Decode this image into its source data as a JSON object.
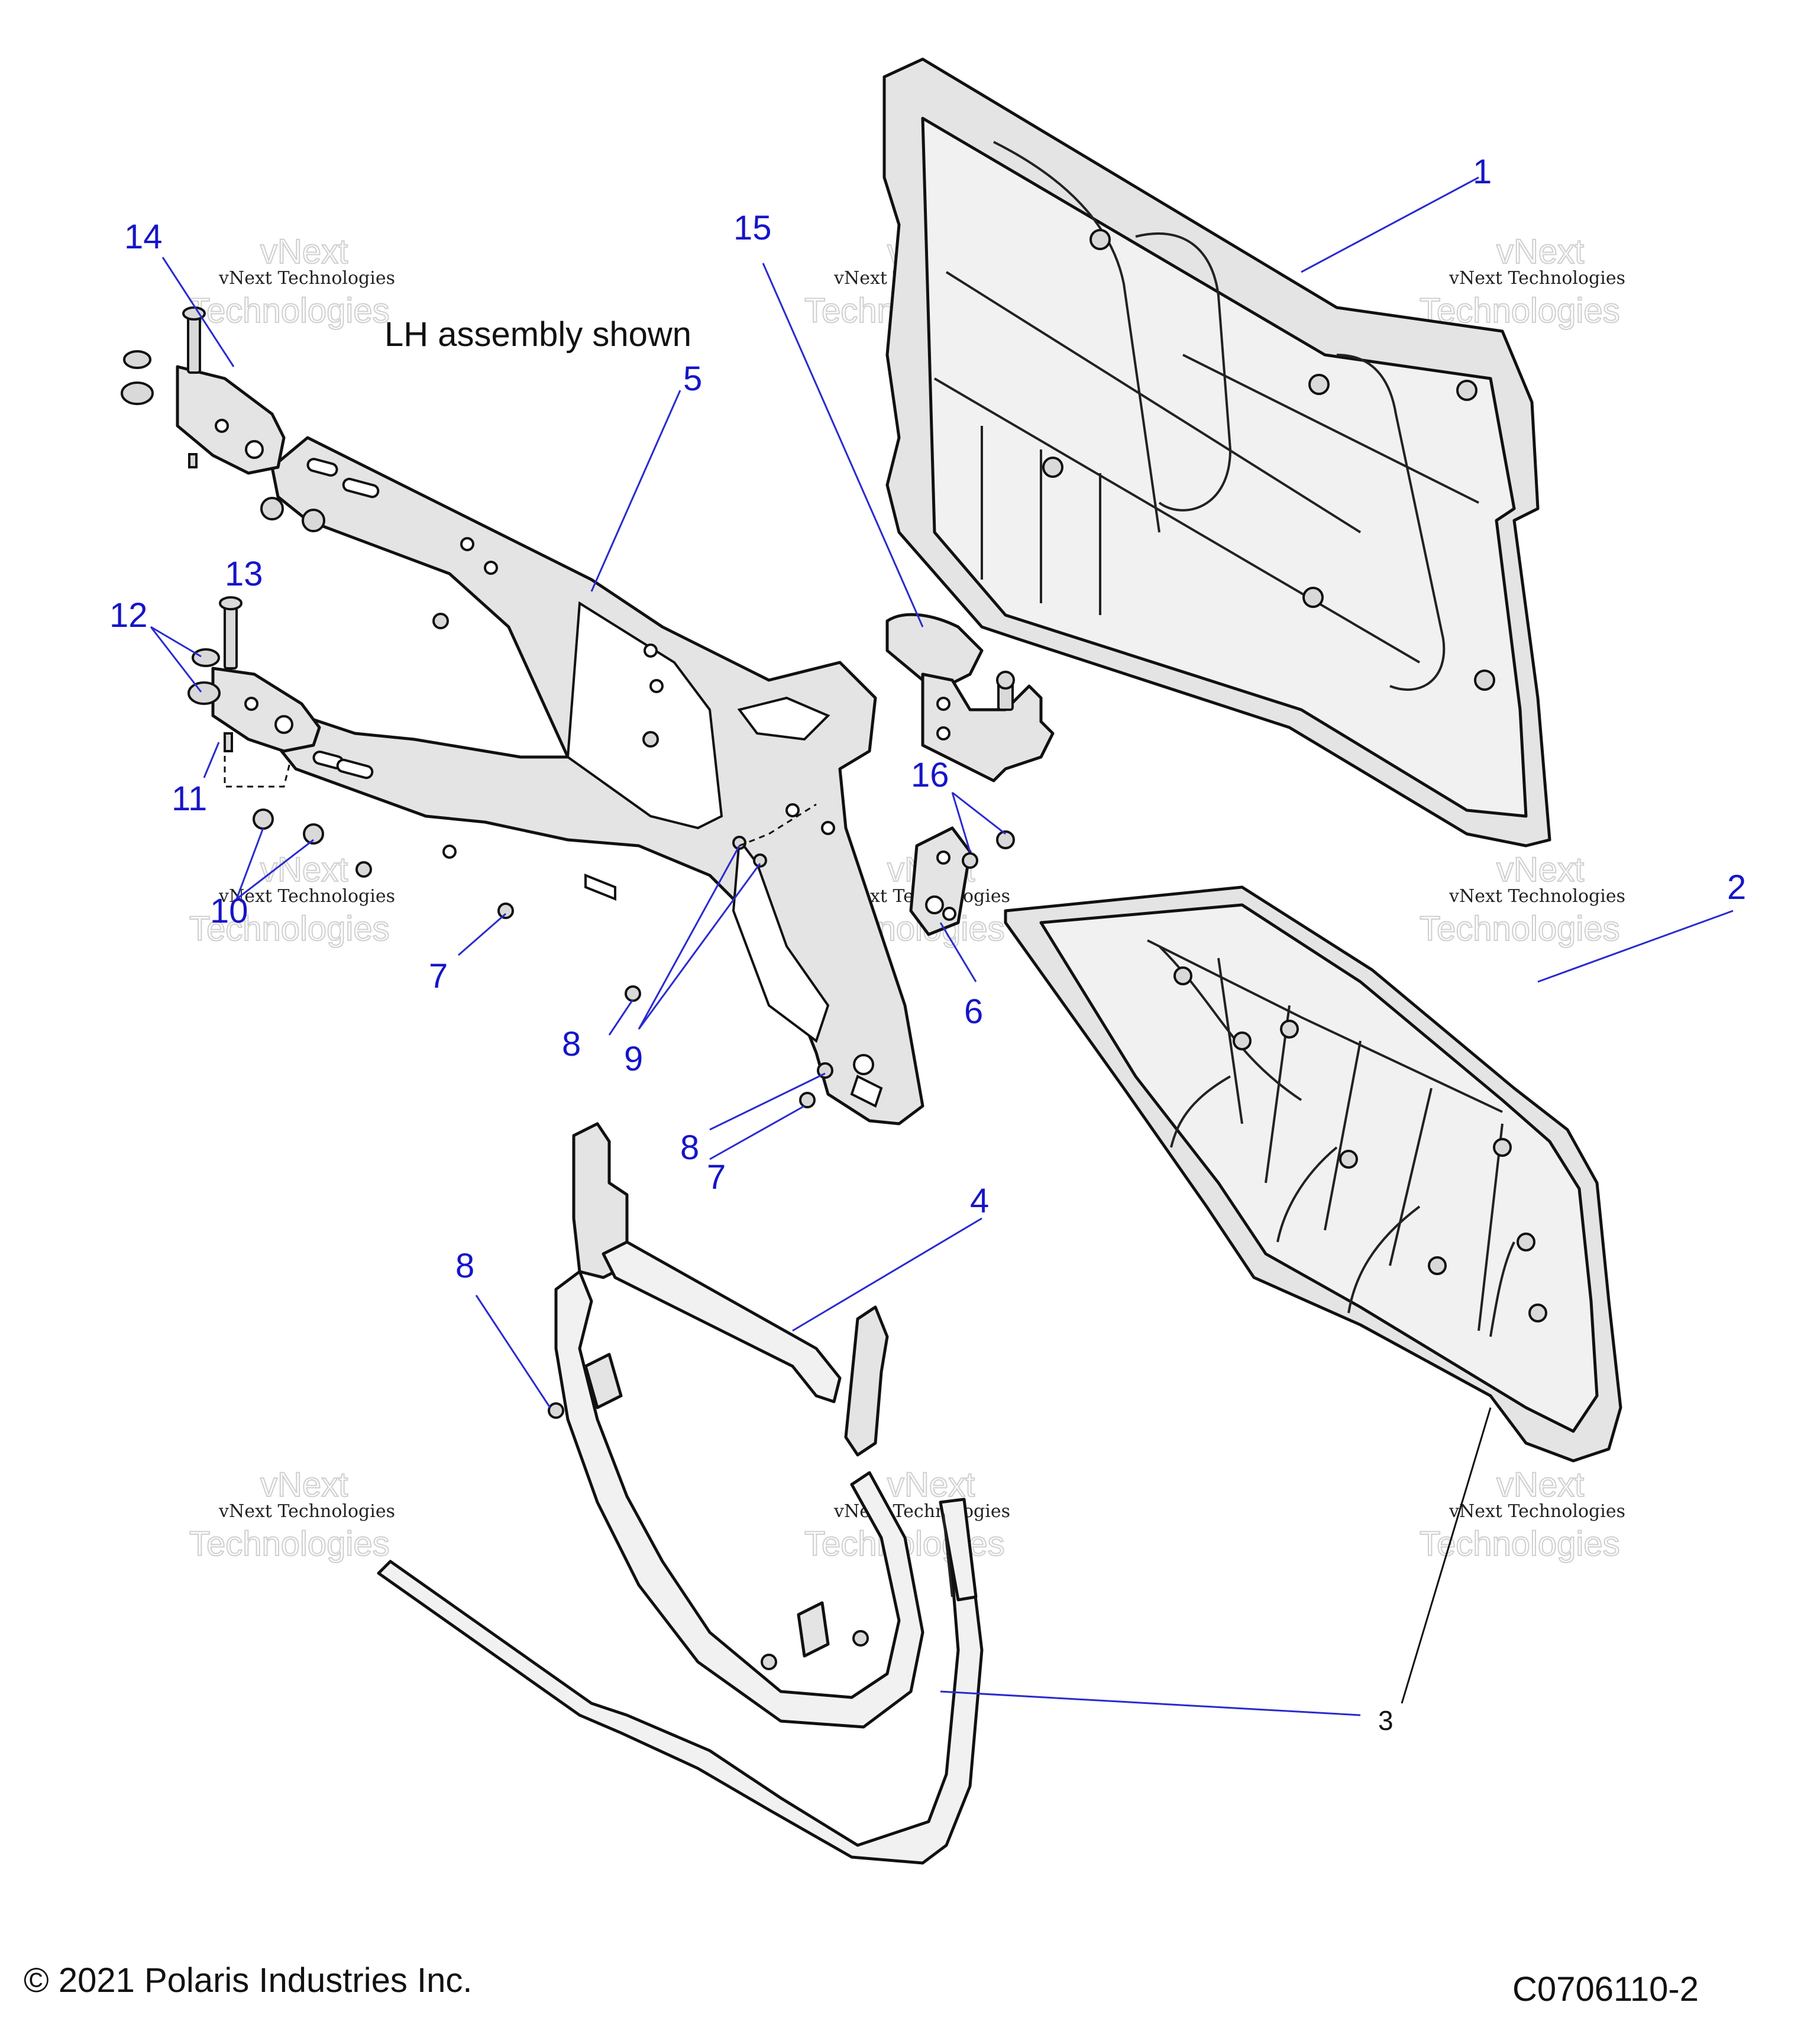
{
  "note": "LH assembly shown",
  "callouts": {
    "c1": "1",
    "c2": "2",
    "c3": "3",
    "c4": "4",
    "c5": "5",
    "c6": "6",
    "c7a": "7",
    "c7b": "7",
    "c8a": "8",
    "c8b": "8",
    "c8c": "8",
    "c9": "9",
    "c10": "10",
    "c11": "11",
    "c12": "12",
    "c13": "13",
    "c14": "14",
    "c15": "15",
    "c16": "16"
  },
  "watermark": {
    "line1": "vNext Technologies",
    "big_top": "vNext",
    "big_bottom": "Technologies"
  },
  "footer": {
    "copyright": "© 2021 Polaris Industries Inc.",
    "part_code": "C0706110-2"
  },
  "colors": {
    "callout_blue": "#1515c8",
    "line": "#111111",
    "part_fill": "#e4e4e4"
  }
}
